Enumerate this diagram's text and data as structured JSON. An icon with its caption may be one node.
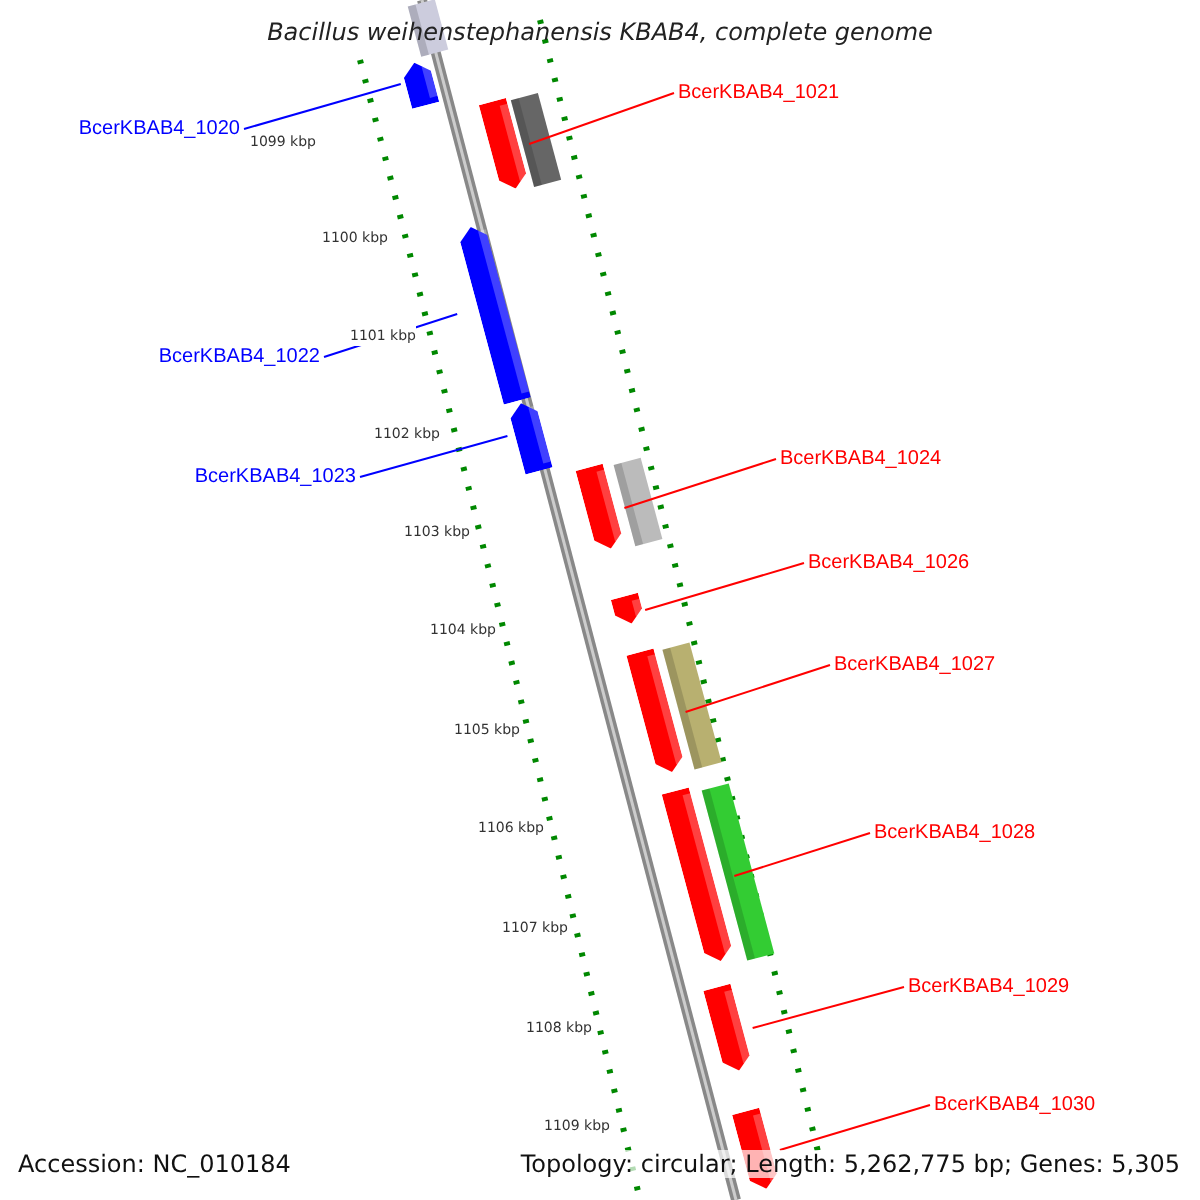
{
  "diagram": {
    "title": "Bacillus weihenstephanensis KBAB4, complete genome",
    "nodes": [
      {
        "text": [
          "BcerKBAB4_1020"
        ]
      },
      {
        "text": [],
        "shape": "arrow"
      },
      {
        "text": [
          "BcerKBAB4_1021"
        ]
      },
      {
        "text": [],
        "shape": "arrow"
      },
      {
        "text": [
          "BcerKBAB4_1022"
        ]
      },
      {
        "text": [],
        "shape": "arrow"
      },
      {
        "text": [
          "BcerKBAB4_1023"
        ]
      },
      {
        "text": [],
        "shape": "arrow"
      },
      {
        "text": [
          "BcerKBAB4_1024"
        ]
      },
      {
        "text": [],
        "shape": "arrow"
      },
      {
        "text": [
          "BcerKBAB4_1026"
        ]
      },
      {
        "text": [],
        "shape": "arrow"
      },
      {
        "text": [
          "BcerKBAB4_1027"
        ]
      },
      {
        "text": [],
        "shape": "arrow"
      },
      {
        "text": [
          "BcerKBAB4_1028"
        ]
      },
      {
        "text": [],
        "shape": "arrow"
      },
      {
        "text": [
          "BcerKBAB4_1029"
        ]
      },
      {
        "text": [],
        "shape": "arrow"
      },
      {
        "text": [
          "BcerKBAB4_1030"
        ]
      },
      {
        "text": [],
        "shape": "arrow"
      }
    ],
    "edges": [
      {
        "from": 0,
        "to": 1,
        "arrow": "none",
        "color": "#0000ff"
      },
      {
        "from": 2,
        "to": 3,
        "arrow": "none"
      },
      {
        "from": 4,
        "to": 5,
        "arrow": "none",
        "color": "#0000ff"
      },
      {
        "from": 6,
        "to": 7,
        "arrow": "none",
        "color": "#0000ff"
      },
      {
        "from": 8,
        "to": 9,
        "arrow": "none"
      },
      {
        "from": 10,
        "to": 11,
        "arrow": "none"
      },
      {
        "from": 12,
        "to": 13,
        "arrow": "none"
      },
      {
        "from": 14,
        "to": 15,
        "arrow": "none"
      },
      {
        "from": 16,
        "to": 17,
        "arrow": "none"
      },
      {
        "from": 18,
        "to": 19,
        "arrow": "none"
      }
    ],
    "labels": [
      "1099 kbp",
      "1100 kbp",
      "1101 kbp",
      "1102 kbp",
      "1103 kbp",
      "1104 kbp",
      "1105 kbp",
      "1106 kbp",
      "1107 kbp",
      "1108 kbp",
      "1109 kbp",
      "Accession: NC_010184",
      "Topology: circular; Length: 5,262,775 bp; Genes: 5,305"
    ]
  }
}
